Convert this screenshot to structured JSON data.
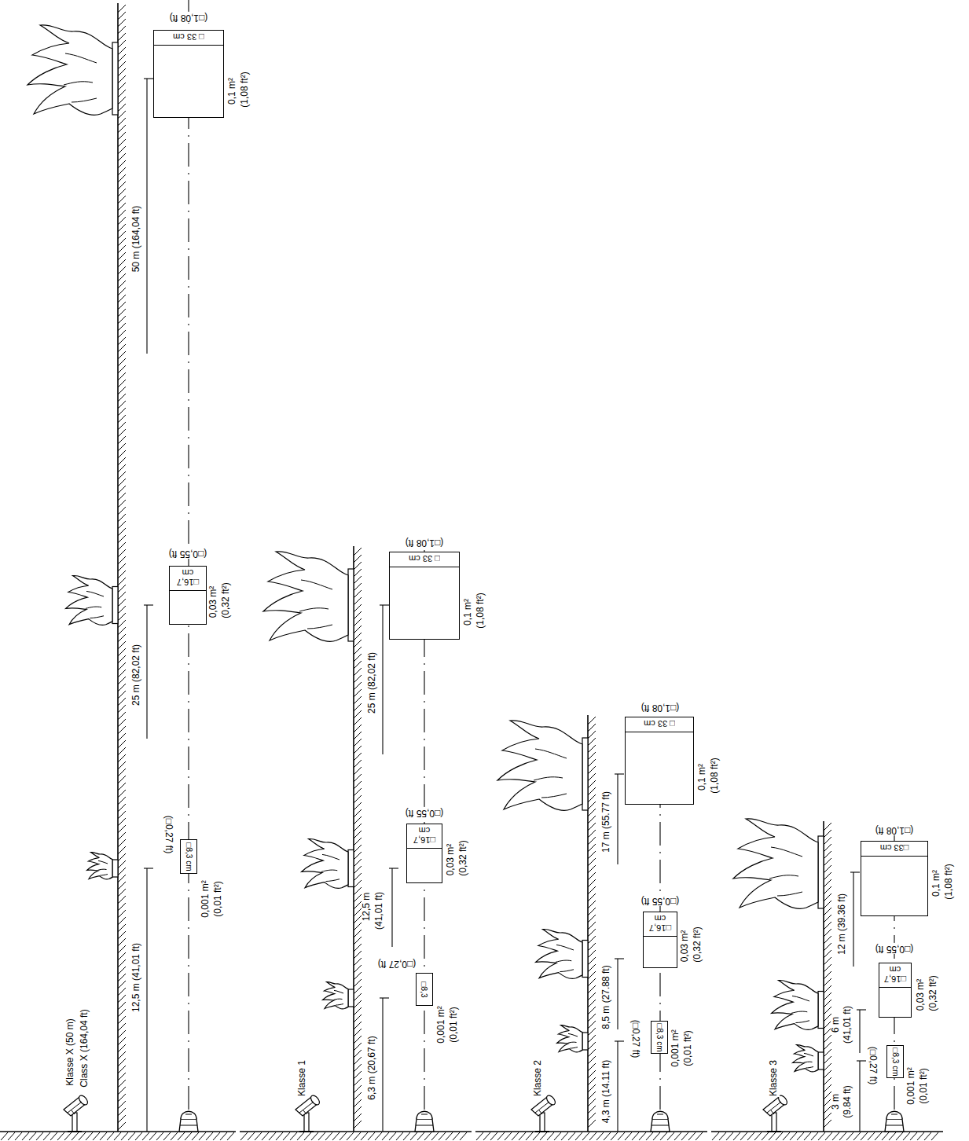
{
  "diagram": {
    "nodes": [
      {
        "text": [
          "□ 33 cm"
        ]
      },
      {
        "text": [
          "□16,7 cm"
        ]
      },
      {
        "text": [
          "□8,3 cm"
        ]
      },
      {
        "text": [
          "□ 33 cm"
        ]
      },
      {
        "text": [
          "□16,7 cm"
        ]
      },
      {
        "text": [
          "□8,3"
        ]
      },
      {
        "text": [
          "□ 33 cm"
        ]
      },
      {
        "text": [
          "□16,7 cm"
        ]
      },
      {
        "text": [
          "□8,3 cm"
        ]
      },
      {
        "text": [
          "□33 cm"
        ]
      },
      {
        "text": [
          "□16,7 cm"
        ]
      },
      {
        "text": [
          "□8,3 cm"
        ]
      }
    ],
    "labels": [
      "Klasse X (50 m)",
      "Class X (164,04 ft)",
      "12,5 m (41,01 ft)",
      "25 m (82,02 ft)",
      "50 m (164,04 ft)",
      "(□1,08 ft)",
      "0,1 m²",
      "(1,08 ft²)",
      "(□0,55 ft)",
      "0,03 m²",
      "(0,32 ft²)",
      "(□0,27 ft)",
      "0,001 m²",
      "(0,01 ft²)",
      "Klasse 1",
      "25 m (82,02 ft)",
      "12,5 m",
      "(41,01 ft)",
      "6,3 m (20,67 ft)",
      "(□1,08 ft)",
      "0,1 m²",
      "(1,08 ft²)",
      "(□0,55 ft)",
      "0,03 m²",
      "(0,32 ft²)",
      "(□0,27 ft)",
      "0,001 m²",
      "(0,01 ft²)",
      "Klasse 2",
      "17 m (55.77 ft)",
      "8,5 m (27.88 ft)",
      "4,3 m (14.11 ft)",
      "(□1,08 ft)",
      "0,1 m²",
      "(1,08 ft²)",
      "(□0,55 ft)",
      "0,03 m²",
      "(0,32 ft²)",
      "(□0,27 ft)",
      "0,001 m²",
      "(0,01 ft²)",
      "Klasse 3",
      "12 m (39.36 ft)",
      "6 m",
      "(41,01 ft)",
      "3 m",
      "(9.84 ft)",
      "(□1,08 ft)",
      "0,1 m²",
      "(1,08 ft²)",
      "(□0,55 ft)",
      "0,03 m²",
      "(0,32 ft²)",
      "(□0,27 ft)",
      "0,001 m²",
      "(0,01 ft²)"
    ]
  }
}
